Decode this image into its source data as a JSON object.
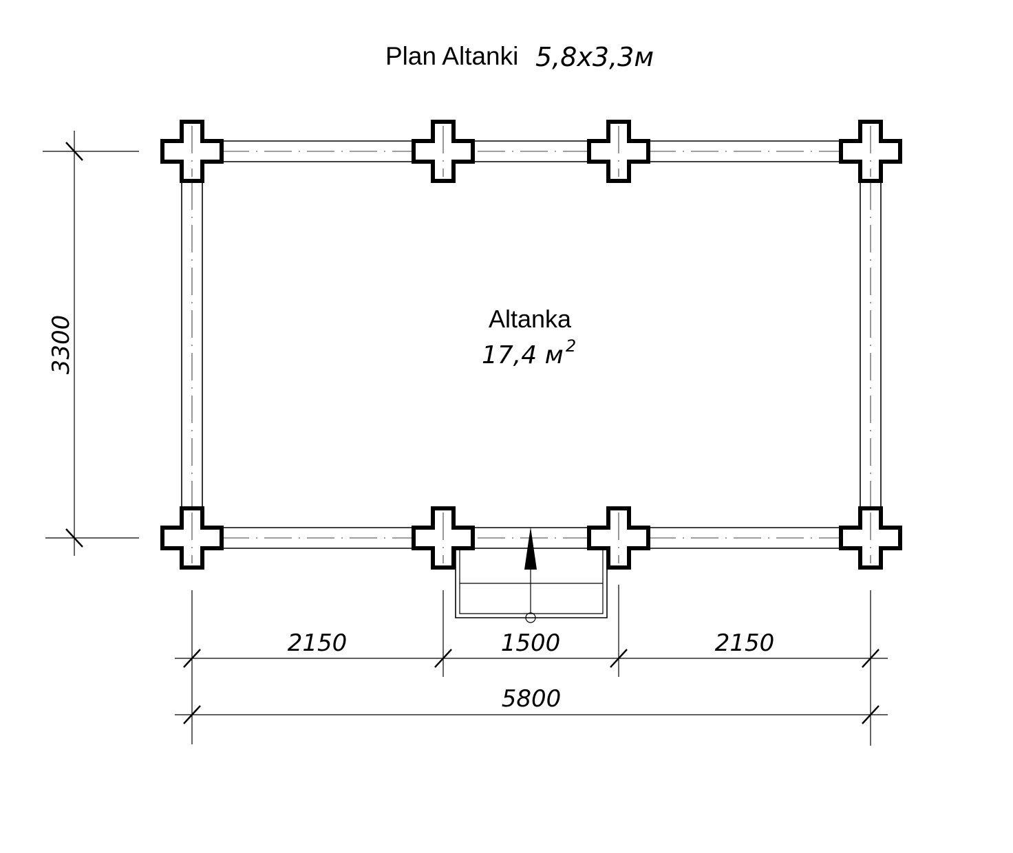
{
  "title": {
    "text": "Plan Altanki",
    "size": "5,8x3,3м"
  },
  "room": {
    "name": "Altanka",
    "area": "17,4 м",
    "area_sup": "2"
  },
  "dimensions": {
    "left_height": "3300",
    "bottom_segments": [
      "2150",
      "1500",
      "2150"
    ],
    "total_width": "5800"
  },
  "colors": {
    "ink": "#000000",
    "paper": "#ffffff"
  }
}
